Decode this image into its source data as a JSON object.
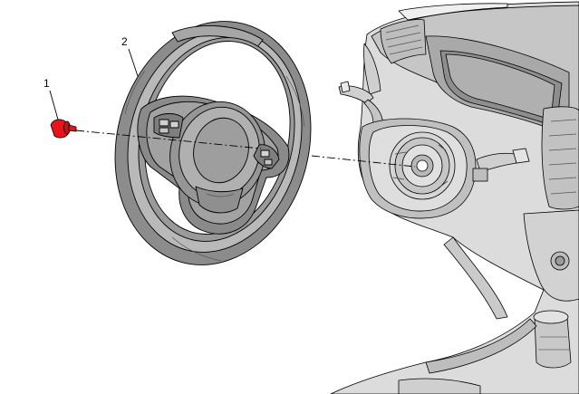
{
  "callouts": [
    {
      "number": "1",
      "part": "bolt"
    },
    {
      "number": "2",
      "part": "steering-wheel"
    }
  ],
  "colors": {
    "highlight": "#e8141a",
    "line": "#000000",
    "wheel_shade": "#8c8c8c",
    "wheel_light": "#b9b9b9",
    "dash_fill": "#d6d6d6",
    "background": "#ffffff"
  }
}
